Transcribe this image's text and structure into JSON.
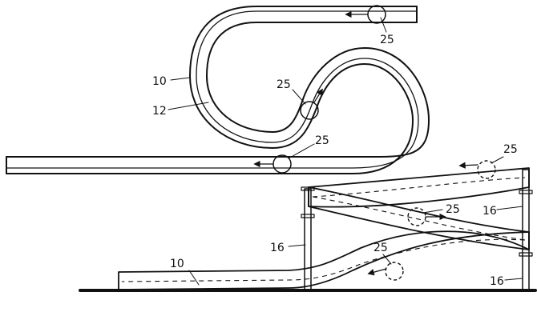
{
  "figure": {
    "labels": {
      "track_top": "10",
      "channel": "12",
      "track_bottom": "10",
      "ball_a": "25",
      "ball_b": "25",
      "ball_c": "25",
      "ball_d": "25",
      "ball_e": "25",
      "ball_f": "25",
      "post_left": "16",
      "post_right_upper": "16",
      "post_right_lower": "16"
    }
  }
}
